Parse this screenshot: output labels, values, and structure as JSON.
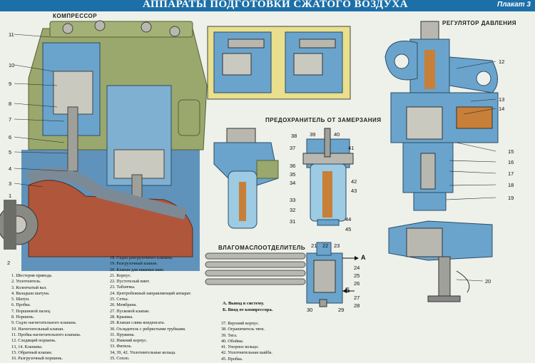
{
  "title": "АППАРАТЫ ПОДГОТОВКИ СЖАТОГО ВОЗДУХА",
  "plate": "Плакат 3",
  "sections": {
    "compressor": "КОМПРЕССОР",
    "regulator": "РЕГУЛЯТОР ДАВЛЕНИЯ",
    "antifreeze": "ПРЕДОХРАНИТЕЛЬ ОТ ЗАМЕРЗАНИЯ",
    "separator": "ВЛАГОМАСЛООТДЕЛИТЕЛЬ"
  },
  "callouts": {
    "compressor": [
      "11",
      "10",
      "9",
      "8",
      "7",
      "6",
      "5",
      "4",
      "3",
      "1",
      "2"
    ],
    "antifreeze": [
      "38",
      "39",
      "40",
      "37",
      "41",
      "36",
      "35",
      "42",
      "34",
      "43",
      "33",
      "32",
      "31",
      "44",
      "45"
    ],
    "separator": [
      "21",
      "22",
      "23",
      "24",
      "25",
      "26",
      "27",
      "28",
      "29",
      "30"
    ],
    "regulator": [
      "12",
      "13",
      "14",
      "15",
      "16",
      "17",
      "18",
      "19",
      "20"
    ]
  },
  "ports": {
    "a": "А",
    "b": "Б"
  },
  "ab_legend": [
    "А. Вывод в систему.",
    "Б. Ввод от компрессора."
  ],
  "colors": {
    "header": "#1c6fa8",
    "steel_blue": "#6aa4cc",
    "body_green": "#9aa86e",
    "sump_red": "#b0563a",
    "inset_yellow": "#e9df8c",
    "metal_grey": "#b8b8b0"
  },
  "legend1": [
    "1. Шестерня привода.",
    "2. Уплотнитель.",
    "3. Коленчатый вал.",
    "4. Вкладыш шатуна.",
    "5. Шатун.",
    "6. Пробка.",
    "7. Поршневой палец.",
    "8. Поршень.",
    "9. Седло нагнетательного клапана.",
    "10. Нагнетательный клапан.",
    "11. Пробка нагнетательного клапана.",
    "12. Следящий поршень.",
    "13, 14. Клапаны.",
    "15. Обратный клапан.",
    "16. Разгрузочный поршень."
  ],
  "legend2": [
    "18. Седло разгрузочного клапана.",
    "19. Разгрузочный клапан.",
    "20. Клапан для накачки шин.",
    "21. Корпус.",
    "22. Пустотелый винт.",
    "23. Табличка.",
    "24. Центробежный направляющий аппарат.",
    "25. Сетка.",
    "26. Мембрана.",
    "27. Пусковой клапан.",
    "28. Крышка.",
    "29. Клапан слива конденсата.",
    "30. Охладитель с ребристыми трубками.",
    "31. Пружина.",
    "32. Нижний корпус.",
    "33. Фитиль.",
    "34, 39, 42. Уплотнительные кольца.",
    "35. Сопло."
  ],
  "legend3": [
    "37. Верхний корпус.",
    "38. Ограничитель тяги.",
    "39. Тяга.",
    "40. Обойма.",
    "41. Упорное кольцо.",
    "42. Уплотнительная шайба.",
    "45. Пробка."
  ]
}
